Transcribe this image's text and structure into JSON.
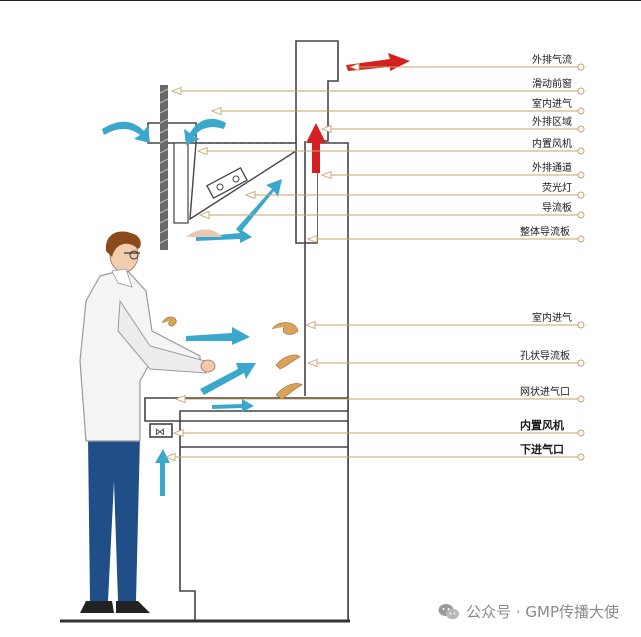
{
  "labels": [
    "外排气流",
    "滑动前窗",
    "室内进气",
    "外排区域",
    "内置风机",
    "外排通道",
    "荧光灯",
    "导流板",
    "整体导流板",
    "室内进气",
    "孔状导流板",
    "网状进气口",
    "内置风机",
    "下进气口"
  ],
  "watermark": {
    "text": "公众号 · GMP传播大使",
    "icon": "wechat-icon"
  },
  "colors": {
    "leader_line": "#c8a26a",
    "exhaust_arrow": "#d42020",
    "airflow_arrow": "#3aa8cc",
    "cabinet_stroke": "#444444",
    "coat": "#f4f4f4",
    "trousers": "#1f4f86",
    "hair": "#8b4a1c"
  }
}
